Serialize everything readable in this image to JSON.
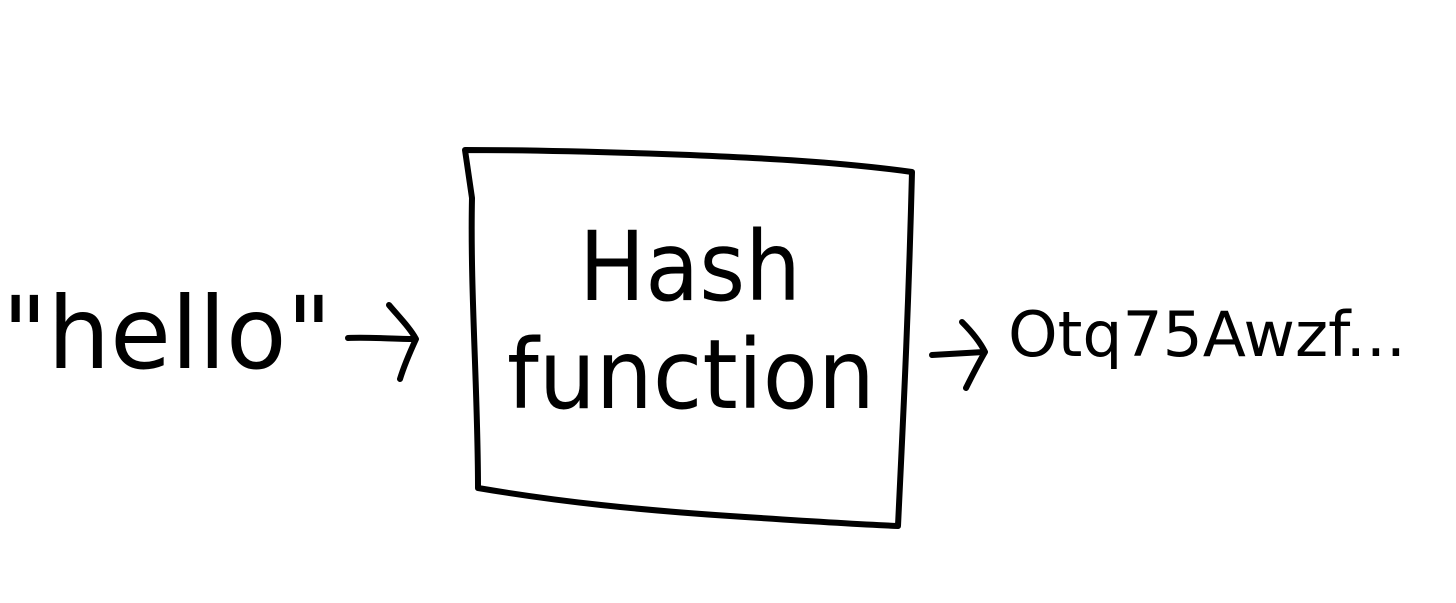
{
  "diagram": {
    "input_text": "\"hello\"",
    "box_line1": "Hash",
    "box_line2": "function",
    "output_text": "Otq75Awzf..."
  }
}
